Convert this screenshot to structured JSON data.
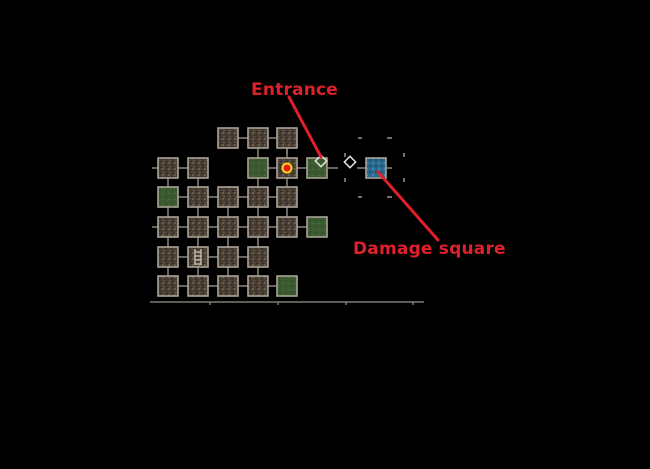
{
  "annotations": {
    "entrance_label": "Entrance",
    "damage_label": "Damage square"
  },
  "map": {
    "legend": {
      "dirt": "dirt-floor-room",
      "grass": "grass-room",
      "player": "player-marker-room",
      "ladder": "ladder-room",
      "damage": "damage-square-room",
      "door": "door-diamond"
    },
    "colors": {
      "background": "#000000",
      "tile_border": "#a9a398",
      "dirt_fill": "#4c4237",
      "grass_fill": "#3c5a30",
      "damage_fill": "#2d6f8f",
      "connector": "#8a857d",
      "player_outer": "#ffd21a",
      "player_inner": "#e11b1b",
      "annotation": "#e0202a"
    }
  }
}
